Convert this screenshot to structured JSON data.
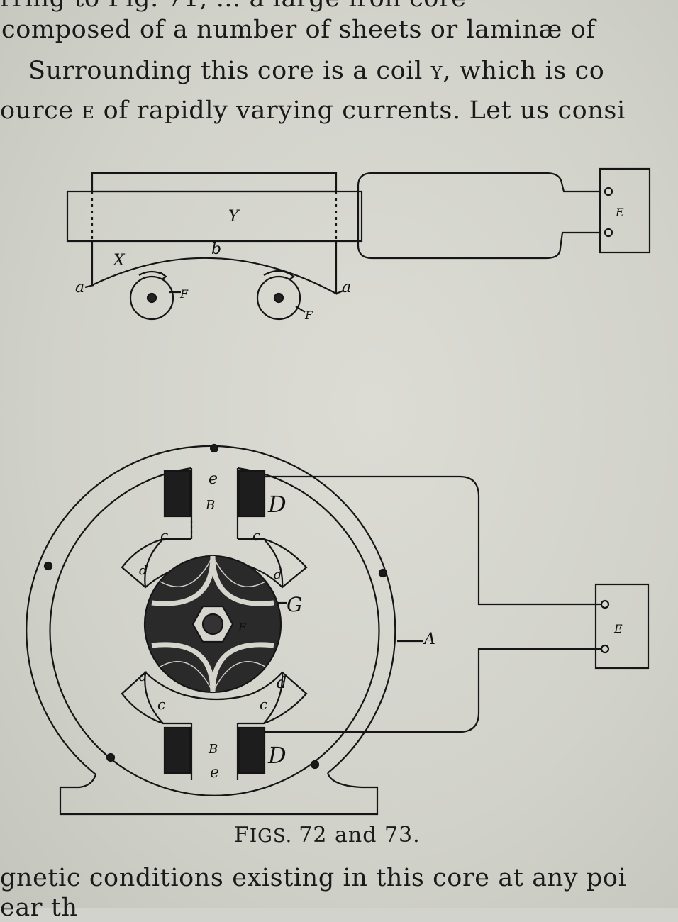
{
  "text": {
    "line0": "rring to Fig. 71, ... a large iron core",
    "line1": "composed of a number of sheets or laminæ of",
    "line2_a": "Surrounding this core is a coil ",
    "line2_sc": "Y",
    "line2_b": ", which is co",
    "line3_a": "ource ",
    "line3_sc": "E",
    "line3_b": " of rapidly varying currents. Let us consi",
    "line4": "gnetic conditions existing in this core at any poi",
    "line5": "ear th"
  },
  "caption": {
    "first": "F",
    "rest": "IGS.",
    "numbers": "72 and 73."
  },
  "figure72": {
    "labels": {
      "coil": "Y",
      "core": "X",
      "b": "b",
      "a_left": "a",
      "a_right": "a",
      "f_left": "F",
      "f_right": "F",
      "source": "E"
    }
  },
  "figure73": {
    "labels": {
      "e_top": "e",
      "b_top": "B",
      "d_top": "D",
      "c_tl": "c",
      "c_tr": "c",
      "d_tl": "d",
      "d_tr": "d",
      "g": "G",
      "f": "F",
      "a": "A",
      "d_bl": "d",
      "d_br": "d",
      "c_bl": "c",
      "c_br": "c",
      "b_bot": "B",
      "e_bot": "e",
      "d_bot": "D",
      "source": "E"
    }
  }
}
